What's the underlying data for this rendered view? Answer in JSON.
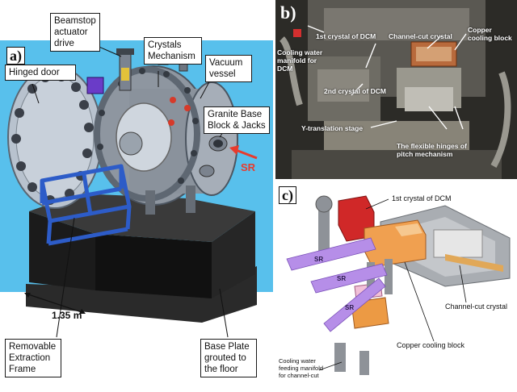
{
  "panel_a": {
    "label": "a)",
    "callouts": {
      "hinged_door": "Hinged door",
      "beamstop": "Beamstop\nactuator\ndrive",
      "crystals": "Crystals\nMechanism",
      "vacuum": "Vacuum\nvessel",
      "granite": "Granite Base\nBlock & Jacks",
      "extraction": "Removable\nExtraction\nFrame",
      "baseplate": "Base Plate\ngrouted to\nthe floor"
    },
    "sr_label": "SR",
    "dimension": "1.35 m",
    "colors": {
      "sky": "#58c0ec",
      "frame": "#2d5cc8",
      "arrow": "#e83b2c",
      "vessel": "#8e96a0"
    }
  },
  "panel_b": {
    "label": "b)",
    "labels": {
      "cooling_manifold": "Cooling water\nmanifold for\nDCM",
      "first_crystal": "1st crystal of DCM",
      "channel_cut": "Channel-cut crystal",
      "copper_block": "Copper\ncooling block",
      "second_crystal": "2nd crystal of DCM",
      "y_stage": "Y-translation stage",
      "hinges": "The flexible hinges of\npitch mechanism"
    }
  },
  "panel_c": {
    "label": "c)",
    "labels": {
      "first_crystal": "1st crystal of DCM",
      "channel_cut": "Channel-cut crystal",
      "copper_block": "Copper cooling block",
      "manifold": "Cooling water\nfeeding manifold\nfor channel-cut"
    },
    "sr_labels": [
      "SR",
      "SR",
      "SR"
    ],
    "colors": {
      "red_crystal": "#d02828",
      "copper": "#f0a050",
      "beam": "#b68ee8",
      "housing": "#a0a4a8"
    }
  }
}
